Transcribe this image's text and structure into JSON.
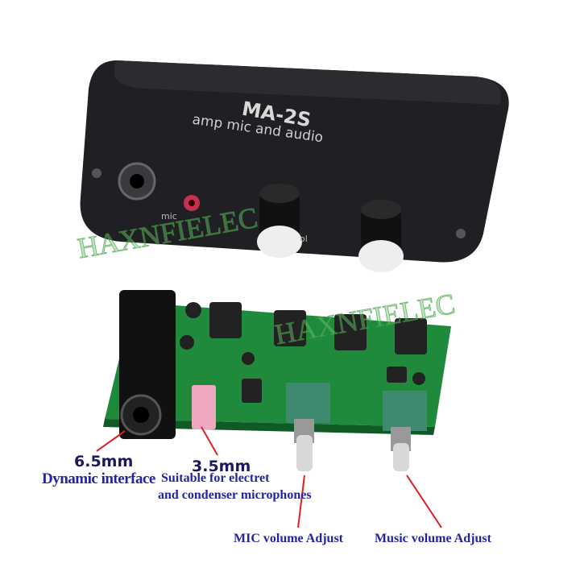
{
  "device": {
    "model": "MA-2S",
    "subtitle": "amp mic and audio",
    "mic_label": "mic",
    "vol_label": "ol"
  },
  "watermark": [
    "HAXNFIELEC",
    "HAXNFIELEC"
  ],
  "annotations": {
    "jack_65": {
      "size": "6.5mm",
      "desc": "Dynamic interface"
    },
    "jack_35": {
      "size": "3.5mm",
      "desc_line1": "Suitable for electret",
      "desc_line2": "and condenser microphones"
    },
    "mic_vol": "MIC volume Adjust",
    "music_vol": "Music volume Adjust"
  },
  "colors": {
    "case": "#1c1c1e",
    "pcb": "#1f8a3c",
    "label_text": "#2424a0",
    "arrow": "#e02020"
  }
}
